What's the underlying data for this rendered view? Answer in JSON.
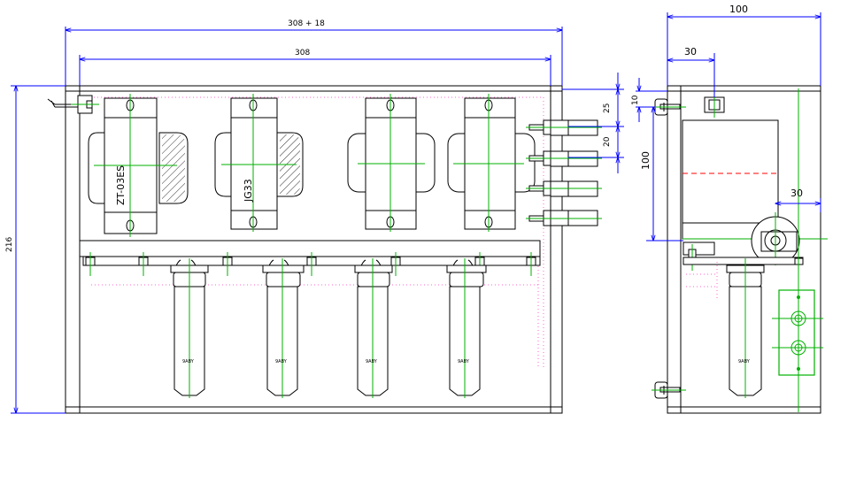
{
  "drawing": {
    "dimensions": {
      "front_overall_width": "308 + 18",
      "front_inner_width": "308",
      "front_height": "216",
      "side_width": "100",
      "side_offset_top": "30",
      "side_hole_offset": "10",
      "side_vertical": "100",
      "side_transformer_offset": "30",
      "spacing_a": "25",
      "spacing_b": "20"
    },
    "transformer_labels": [
      "ZT-03ES",
      "JG33"
    ],
    "tube_labels": [
      "9ABY",
      "9ABY",
      "9ABY",
      "9ABY",
      "9ABY"
    ],
    "colors": {
      "outline": "#000000",
      "centerline": "#00b000",
      "dimension": "#0000ff",
      "hidden": "#ff66cc",
      "accent": "#ff0000"
    }
  }
}
